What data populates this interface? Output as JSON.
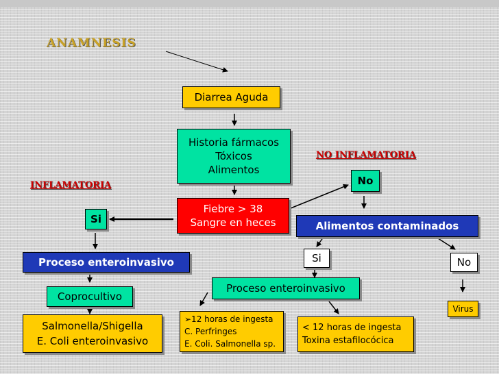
{
  "colors": {
    "yellow": "#ffcc00",
    "green": "#00e3a2",
    "red": "#ff0000",
    "blue": "#1f39b7",
    "white": "#ffffff",
    "heading_gold": "#c9a227",
    "heading_red": "#cc0000"
  },
  "headings": {
    "anamnesis": "ANAMNESIS",
    "inflamatoria": "INFLAMATORIA",
    "no_inflamatoria": "NO INFLAMATORIA"
  },
  "nodes": {
    "diarrea": "Diarrea Aguda",
    "historia": [
      "Historia fármacos",
      "Tóxicos",
      "Alimentos"
    ],
    "fiebre": [
      "Fiebre > 38",
      "Sangre en heces"
    ],
    "si_left": "Si",
    "proceso_left": "Proceso enteroinvasivo",
    "coprocultivo": "Coprocultivo",
    "salmonella": [
      "Salmonella/Shigella",
      "E. Coli enteroinvasivo"
    ],
    "no_top": "No",
    "alimentos": "Alimentos contaminados",
    "si_mid": "Si",
    "no_right": "No",
    "proceso_mid": "Proceso enteroinvasivo",
    "virus": "Virus",
    "horas12": [
      "➢12 horas de ingesta",
      "C. Perfringes",
      "E. Coli. Salmonella sp."
    ],
    "menos12": [
      "< 12 horas de ingesta",
      "Toxina estafilocócica"
    ]
  }
}
